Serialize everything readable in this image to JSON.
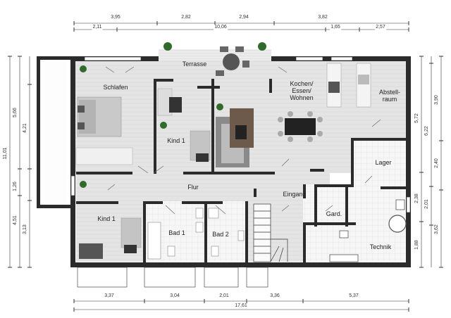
{
  "rooms": {
    "terrasse": "Terrasse",
    "schlafen": "Schlafen",
    "kind1_top": "Kind 1",
    "kochen": "Kochen/\nEssen/\nWohnen",
    "abstellraum": "Abstell-\nraum",
    "lager": "Lager",
    "flur": "Flur",
    "eingang": "Eingang",
    "gard": "Gard.",
    "kind1_bottom": "Kind 1",
    "bad1": "Bad 1",
    "bad2": "Bad 2",
    "technik": "Technik"
  },
  "dimensions": {
    "top_row1": [
      "3,95",
      "2,82",
      "2,94",
      "3,82"
    ],
    "top_row2": [
      "2,11",
      "10,06",
      "1,65",
      "2,57"
    ],
    "bottom_row1": [
      "3,37",
      "3,04",
      "2,01",
      "3,36",
      "5,37"
    ],
    "bottom_total": "17,61",
    "left_outer": [
      "11,01"
    ],
    "left_mid": [
      "5,66",
      "1,26",
      "4,51"
    ],
    "left_inner": [
      "4,21",
      "3,13"
    ],
    "right_inner": [
      "5,72",
      "2,38",
      "1,88"
    ],
    "right_mid": [
      "6,22",
      "2,01"
    ],
    "right_outer": [
      "3,90",
      "2,40",
      "3,62"
    ]
  },
  "colors": {
    "wall": "#2b2b2b",
    "floor_wood": "#e3e3e3",
    "floor_tile": "#f4f4f4",
    "plant": "#2f6b2a",
    "sofa": "#8a8a8a",
    "rug": "#6e5a4a"
  }
}
